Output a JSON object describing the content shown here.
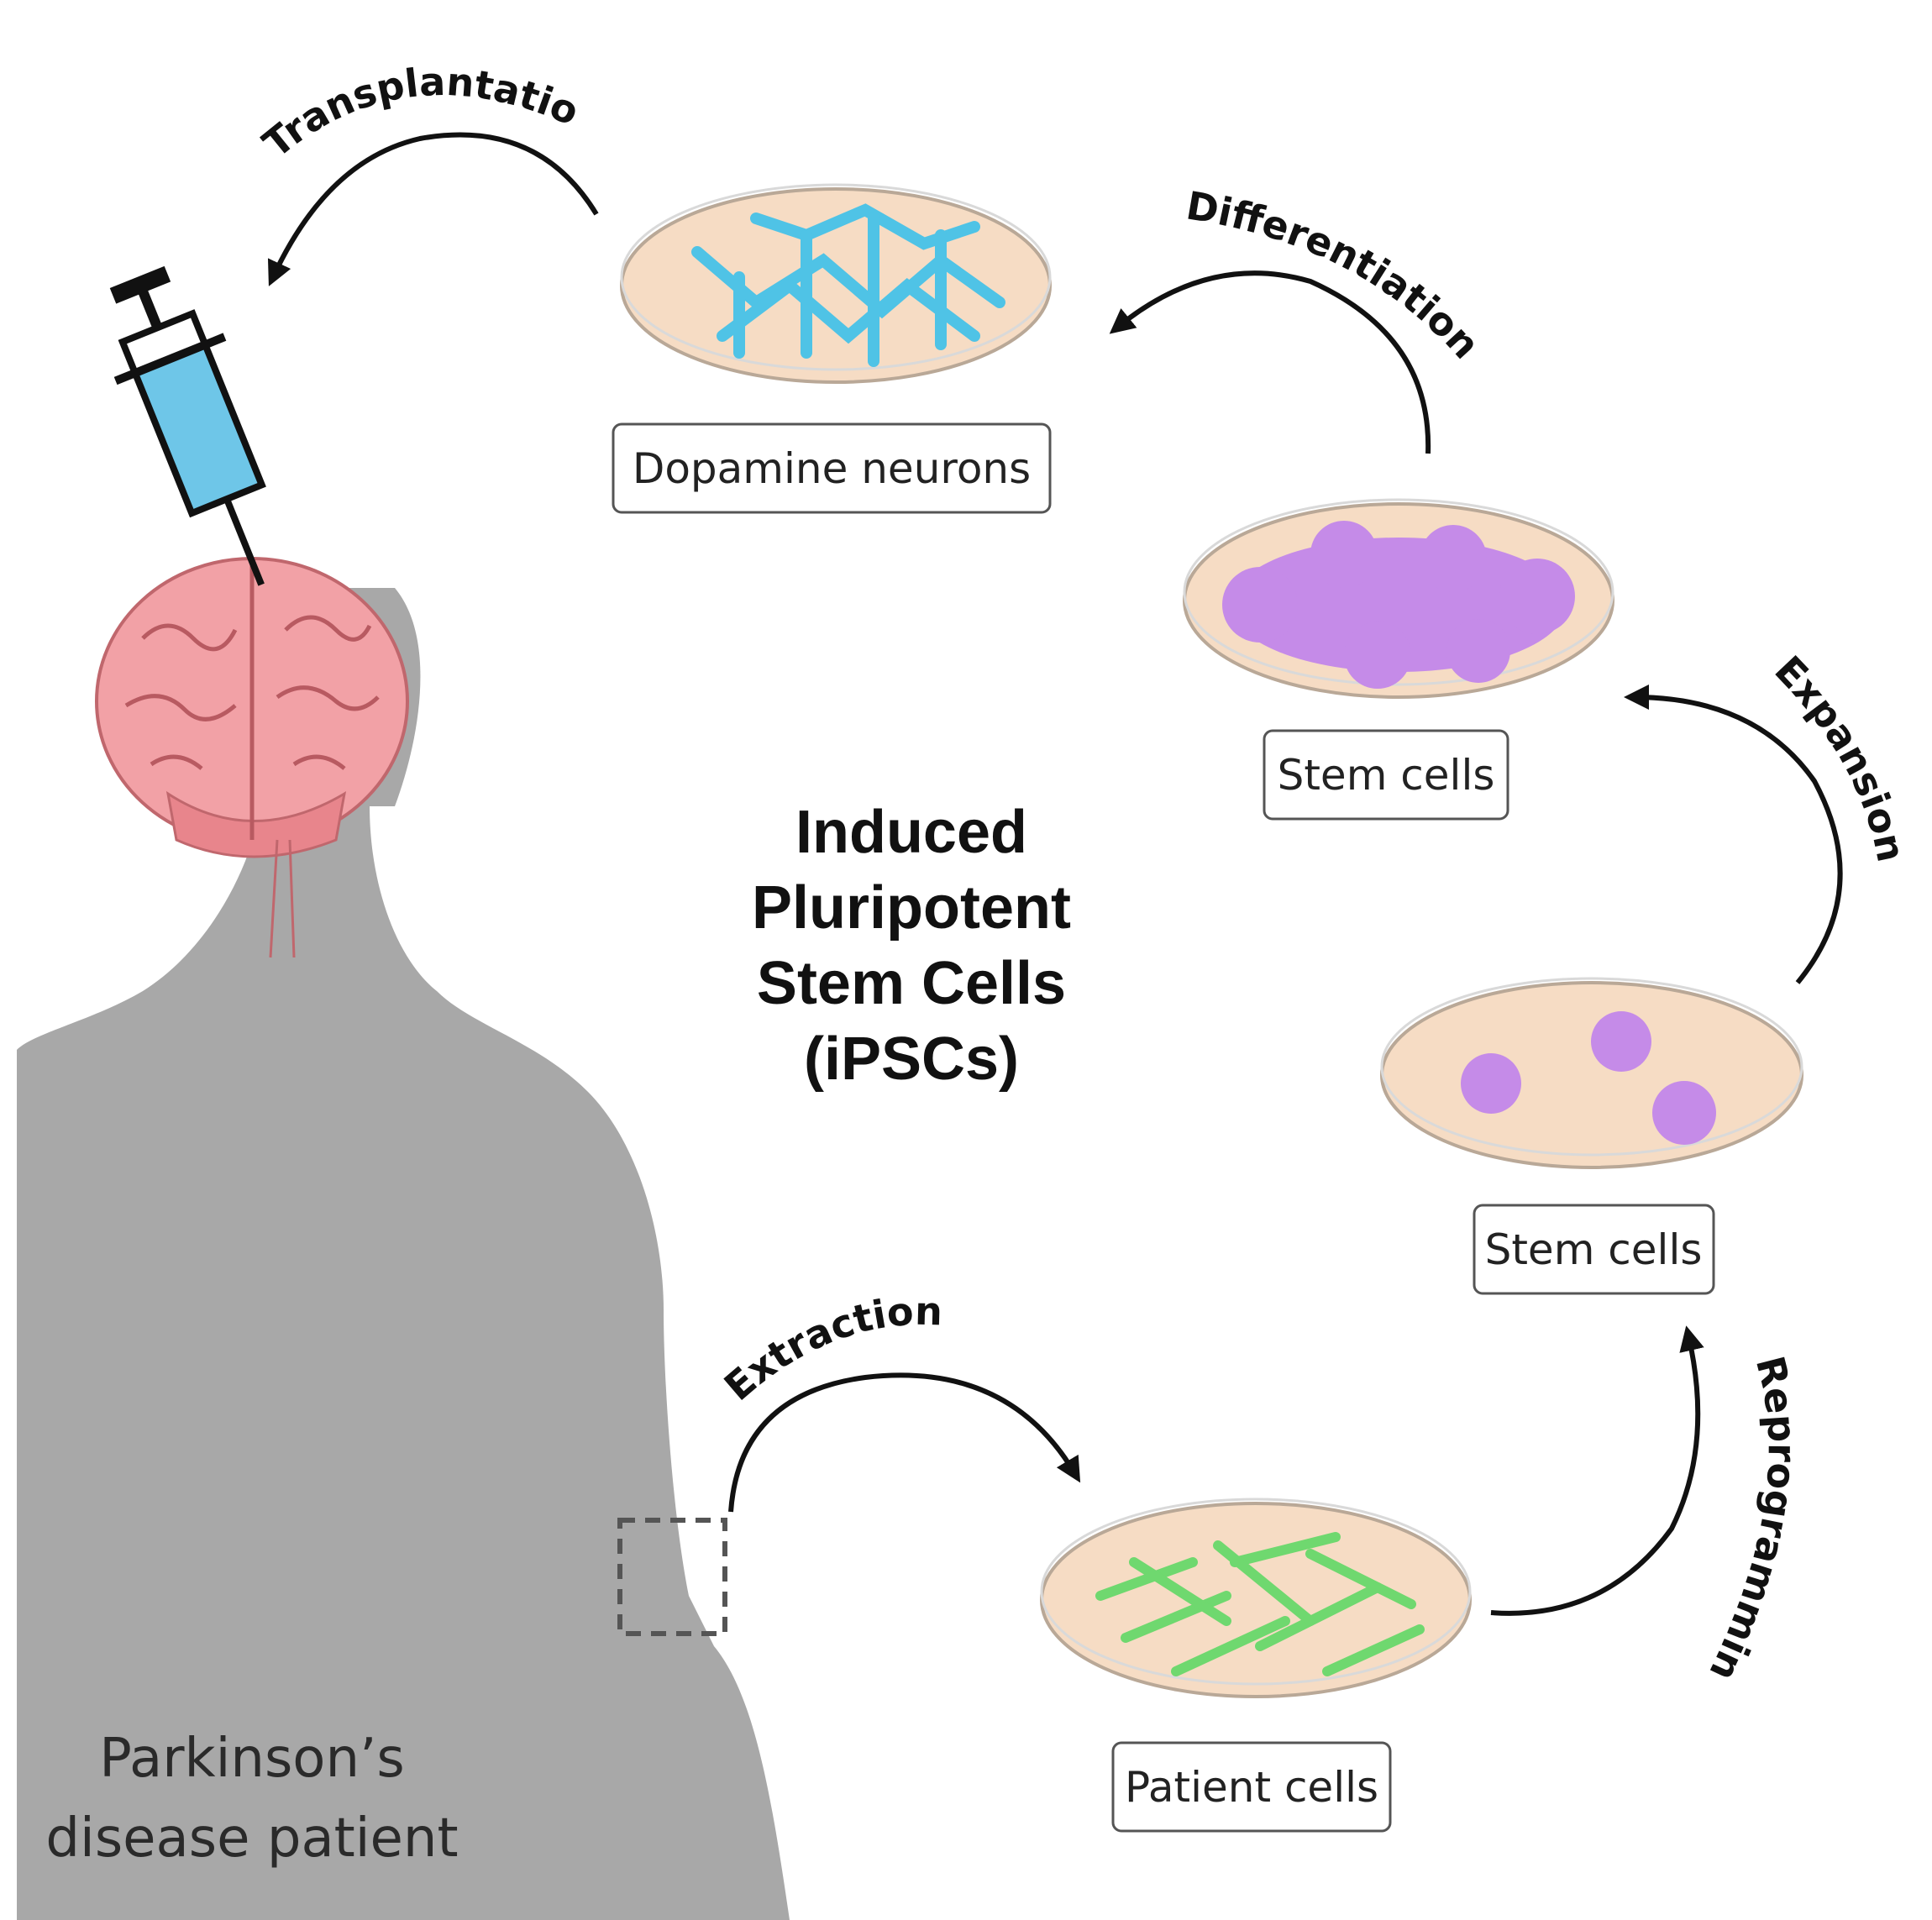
{
  "center_title": {
    "line1": "Induced",
    "line2": "Pluripotent",
    "line3": "Stem Cells",
    "line4": "(iPSCs)"
  },
  "patient": {
    "line1": "Parkinson’s",
    "line2": "disease patient"
  },
  "stages": {
    "dopamine": "Dopamine neurons",
    "stem_top": "Stem cells",
    "stem_mid": "Stem cells",
    "patient_cells": "Patient cells"
  },
  "arrows": {
    "transplantation": "Transplantation",
    "differentiation": "Differentiation",
    "expansion": "Expansion",
    "reprogramming": "Reprogramming",
    "extraction": "Extraction"
  },
  "colors": {
    "silhouette": "#a8a8a8",
    "dish_medium": "#f6dcc4",
    "neurons": "#4fc3e6",
    "stem_colonies": "#c58be8",
    "patient_fibroblasts": "#6fd86f",
    "brain": "#f2a1a6",
    "syringe_fluid": "#6ec6e8"
  },
  "icons": [
    "syringe-icon",
    "brain-icon",
    "petri-dish-icon"
  ]
}
